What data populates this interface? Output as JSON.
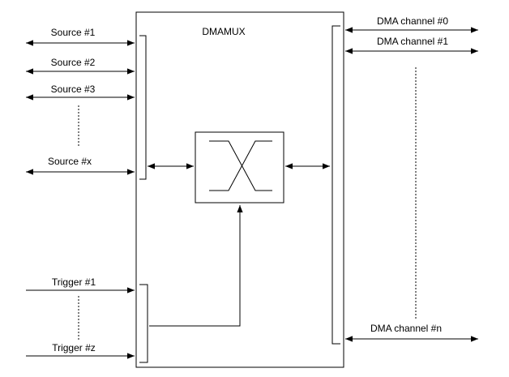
{
  "title": "DMAMUX",
  "sources": [
    "Source #1",
    "Source #2",
    "Source #3",
    "Source #x"
  ],
  "triggers": [
    "Trigger #1",
    "Trigger #z"
  ],
  "channels": [
    "DMA channel #0",
    "DMA channel #1",
    "DMA channel #n"
  ],
  "colors": {
    "line": "#000000",
    "background": "#ffffff"
  }
}
